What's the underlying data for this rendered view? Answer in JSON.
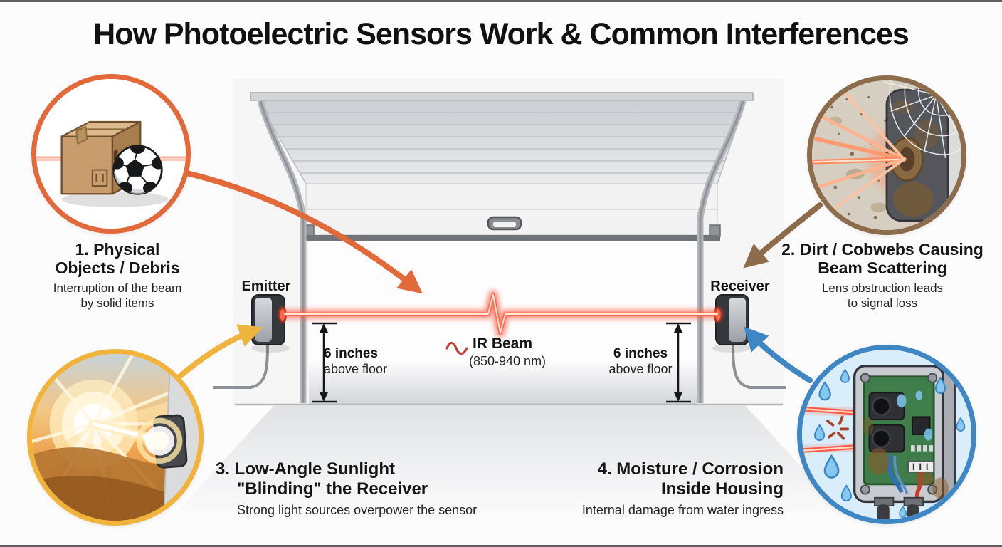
{
  "title": "How Photoelectric Sensors Work & Common Interferences",
  "scene": {
    "emitter_label": "Emitter",
    "receiver_label": "Receiver",
    "beam_label": "IR Beam",
    "beam_wavelength": "(850-940 nm)",
    "measure_left_value": "6 inches",
    "measure_left_caption": "above floor",
    "measure_right_value": "6 inches",
    "measure_right_caption": "above floor"
  },
  "interferences": [
    {
      "title_line1": "1. Physical",
      "title_line2": "Objects / Debris",
      "desc_line1": "Interruption of the beam",
      "desc_line2": "by solid items",
      "accent_color": "#e2693a",
      "icon": "box-and-ball-blocking-beam"
    },
    {
      "title_line1": "2. Dirt / Cobwebs Causing",
      "title_line2": "Beam Scattering",
      "desc_line1": "Lens obstruction leads",
      "desc_line2": "to signal loss",
      "accent_color": "#8d6c4b",
      "icon": "dirty-lens-cobweb-scatter"
    },
    {
      "title_line1": "3. Low-Angle Sunlight",
      "title_line2": "\"Blinding\" the Receiver",
      "desc_line1": "Strong light sources overpower the sensor",
      "desc_line2": "",
      "accent_color": "#f0b43c",
      "icon": "sun-glare-into-receiver"
    },
    {
      "title_line1": "4. Moisture / Corrosion",
      "title_line2": "Inside Housing",
      "desc_line1": "Internal damage from water ingress",
      "desc_line2": "",
      "accent_color": "#3e86c4",
      "icon": "wet-corroded-sensor-housing"
    }
  ],
  "colors": {
    "beam_red": "#ff5a43",
    "orange_accent": "#e2693a",
    "brown_accent": "#8d6c4b",
    "yellow_accent": "#f0b43c",
    "blue_accent": "#3e86c4"
  }
}
